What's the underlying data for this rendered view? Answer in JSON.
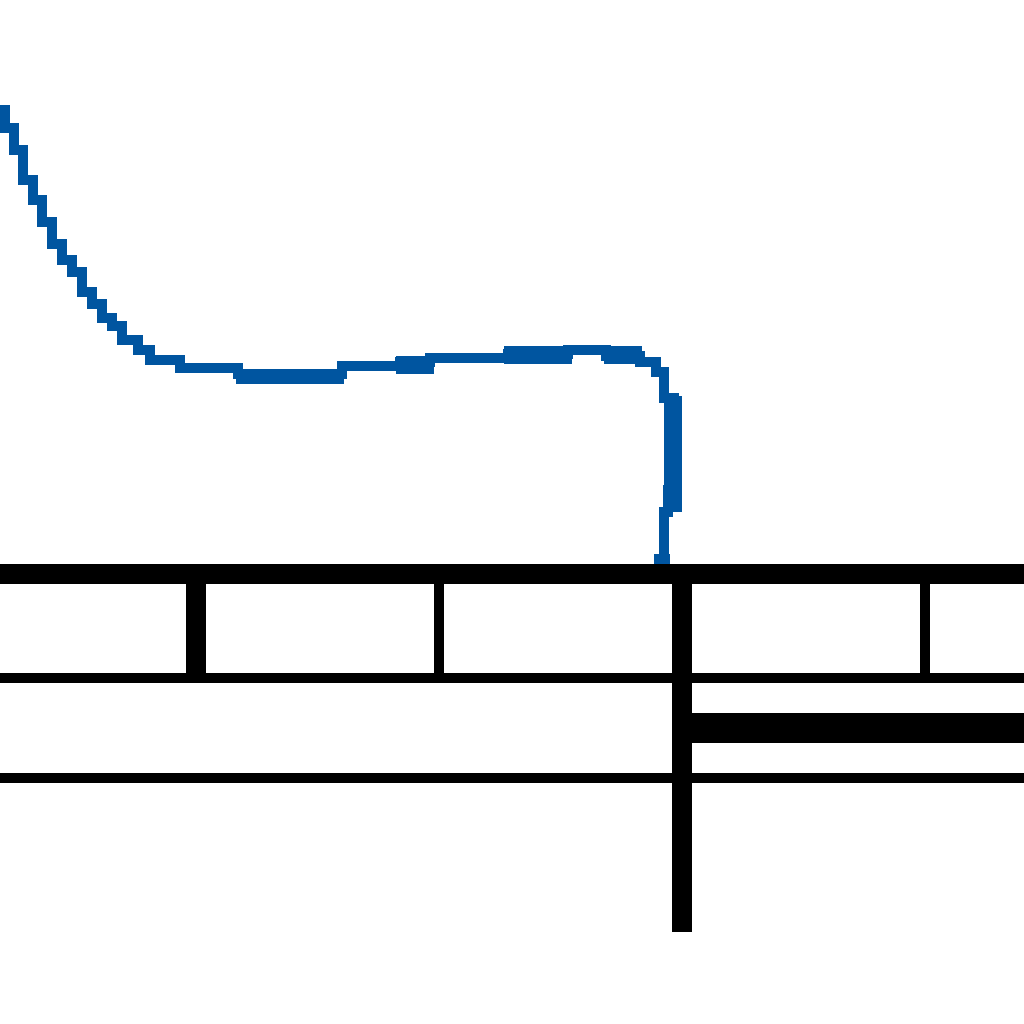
{
  "map": {
    "style": "raster-tile",
    "background_color": "#ffffff",
    "road_color": "#000000",
    "boundary_color": "#0055a0",
    "features": {
      "boundary_line": {
        "kind": "boundary",
        "color": "#0055a0"
      },
      "roads": [
        {
          "id": "main-road-top",
          "kind": "major-road"
        },
        {
          "id": "road-middle",
          "kind": "minor-road"
        },
        {
          "id": "road-lower",
          "kind": "minor-road"
        },
        {
          "id": "road-vertical-main",
          "kind": "major-road"
        },
        {
          "id": "road-east-branch",
          "kind": "major-road"
        },
        {
          "id": "cross-street-1",
          "kind": "minor-road"
        },
        {
          "id": "cross-street-2",
          "kind": "minor-road"
        },
        {
          "id": "cross-street-3",
          "kind": "minor-road"
        }
      ]
    }
  }
}
